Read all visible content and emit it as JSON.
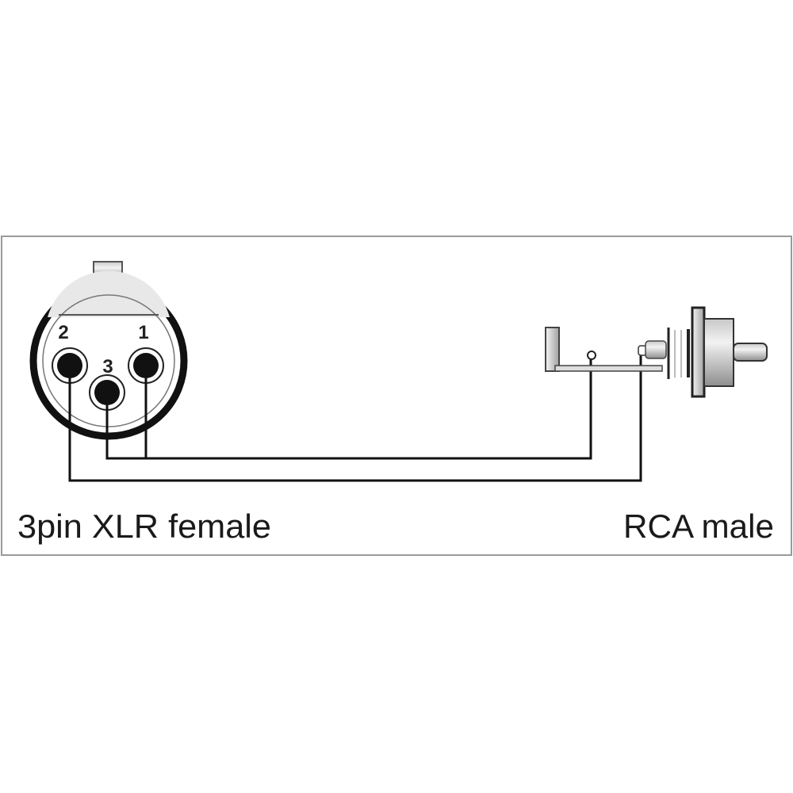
{
  "left_connector": {
    "label": "3pin XLR female",
    "pins": [
      "1",
      "2",
      "3"
    ]
  },
  "right_connector": {
    "label": "RCA male"
  },
  "colors": {
    "frame": "#9a9a9a",
    "wire": "#111111",
    "body_light": "#e6e6e6",
    "body_dark": "#9c9c9c"
  }
}
